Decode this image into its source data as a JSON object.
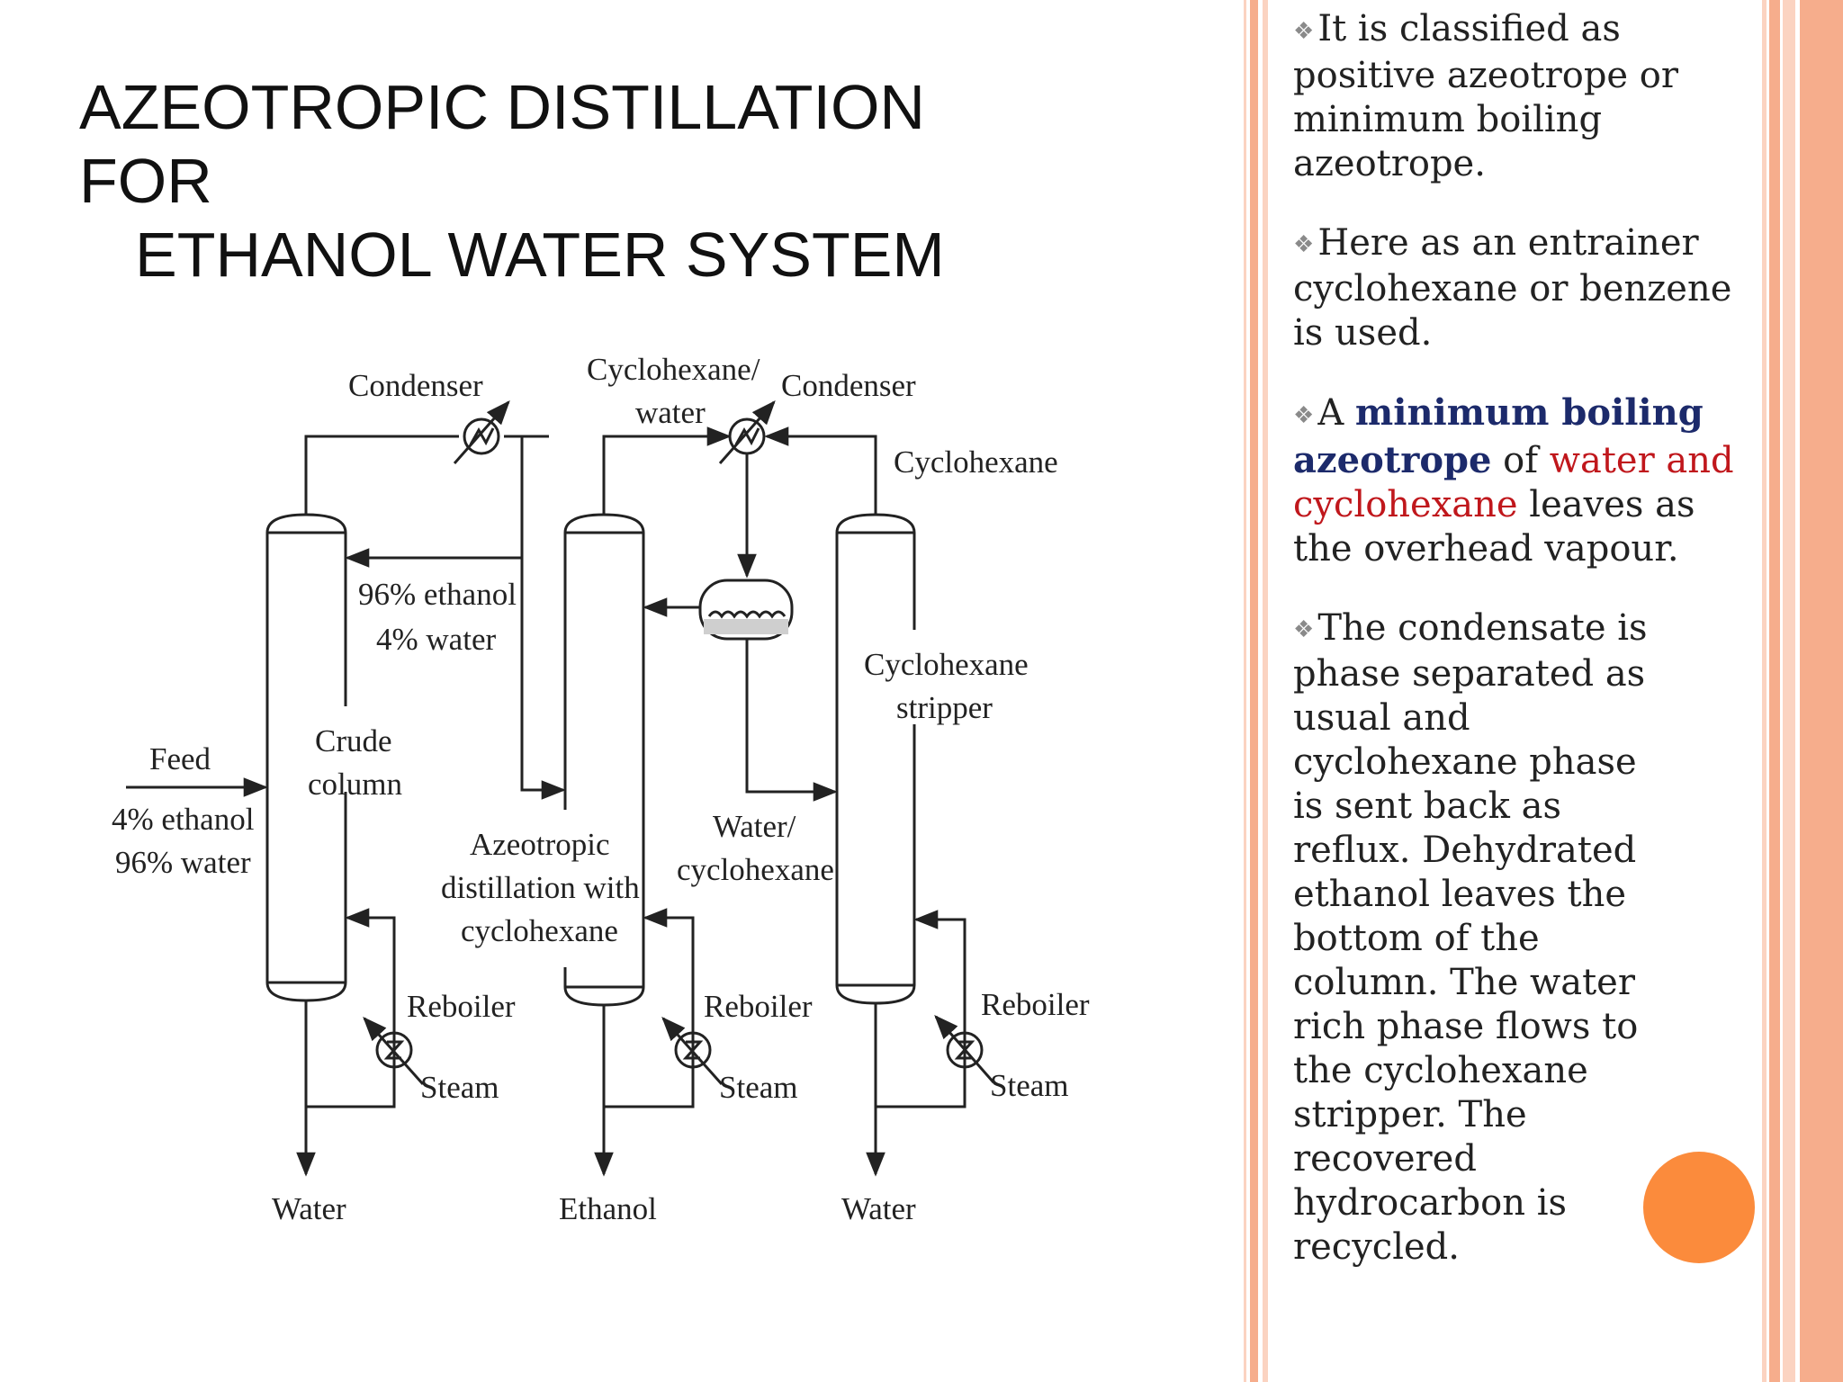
{
  "slide": {
    "title_line1": "AZEOTROPIC DISTILLATION FOR",
    "title_line2": "ETHANOL WATER SYSTEM",
    "colors": {
      "stripe_light": "#fbd3c1",
      "stripe_dark": "#f6ad8c",
      "circle": "#fb8b3c",
      "emphasis_blue": "#1c2a6b",
      "emphasis_red": "#c0171c"
    }
  },
  "bullets": {
    "b1": "It is classified as positive azeotrope or minimum boiling azeotrope.",
    "b2": "Here as an entrainer cyclohexane or benzene is used.",
    "b3_pre": "A ",
    "b3_bold": "minimum boiling azeotrope",
    "b3_of": " of ",
    "b3_red": "water and cyclohexane",
    "b3_post": " leaves as the overhead vapour.",
    "b4": "The condensate is phase separated as usual and cyclohexane phase is sent back as reflux. Dehydrated ethanol leaves the bottom of the column.  The water rich phase flows to the cyclohexane stripper. The recovered hydrocarbon is recycled."
  },
  "diagram": {
    "condenser_1": "Condenser",
    "cyclohexane_water_1": "Cyclohexane/",
    "cyclohexane_water_2": "water",
    "condenser_2": "Condenser",
    "cyclohexane": "Cyclohexane",
    "ethanol_96": "96% ethanol",
    "water_4": "4% water",
    "cyclohexane_stripper_1": "Cyclohexane",
    "cyclohexane_stripper_2": "stripper",
    "feed": "Feed",
    "feed_ethanol": "4% ethanol",
    "feed_water": "96% water",
    "crude_1": "Crude",
    "crude_2": "column",
    "azeo_1": "Azeotropic",
    "azeo_2": "distillation with",
    "azeo_3": "cyclohexane",
    "water_cyclohexane_1": "Water/",
    "water_cyclohexane_2": "cyclohexane",
    "reboiler_1": "Reboiler",
    "reboiler_2": "Reboiler",
    "reboiler_3": "Reboiler",
    "steam_1": "Steam",
    "steam_2": "Steam",
    "steam_3": "Steam",
    "bottom_water_1": "Water",
    "bottom_ethanol": "Ethanol",
    "bottom_water_2": "Water"
  }
}
